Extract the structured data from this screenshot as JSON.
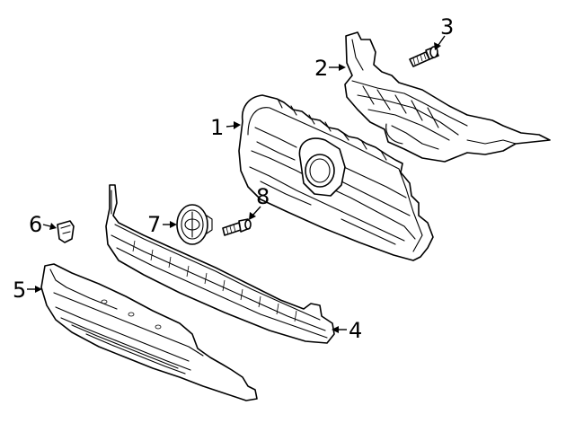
{
  "callouts": [
    {
      "number": "1",
      "part": "grille-assembly"
    },
    {
      "number": "2",
      "part": "upper-support-bracket"
    },
    {
      "number": "3",
      "part": "bracket-bolt"
    },
    {
      "number": "4",
      "part": "lower-grille-molding"
    },
    {
      "number": "5",
      "part": "lower-bumper-grille"
    },
    {
      "number": "6",
      "part": "retainer-clip"
    },
    {
      "number": "7",
      "part": "emblem"
    },
    {
      "number": "8",
      "part": "emblem-bolt"
    }
  ]
}
